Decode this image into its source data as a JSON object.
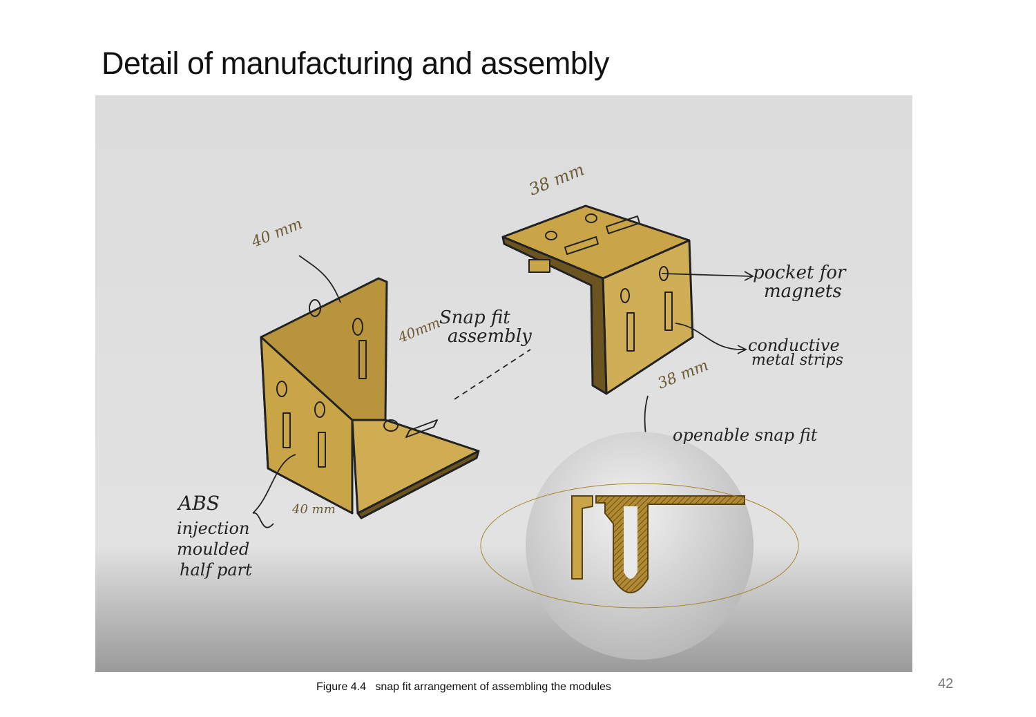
{
  "page": {
    "title": "Detail of manufacturing and assembly",
    "caption": "Figure 4.4   snap fit arrangement of assembling the modules",
    "page_number": "42"
  },
  "sketch_labels": {
    "dim_40mm_top": "40 mm",
    "dim_40mm_side": "40mm",
    "dim_40mm_bottom": "40 mm",
    "dim_38mm_top": "38 mm",
    "dim_38mm_side": "38 mm",
    "snap_fit_assembly_1": "Snap fit",
    "snap_fit_assembly_2": "assembly",
    "pocket_1": "pocket for",
    "pocket_2": "magnets",
    "conductive_1": "conductive",
    "conductive_2": "metal strips",
    "openable": "openable snap fit",
    "abs_1": "ABS",
    "abs_2": "injection",
    "abs_3": "moulded",
    "abs_4": "half part"
  },
  "colors": {
    "part_fill": "#c9a547",
    "part_shade": "#a8842e",
    "background": "#dedede"
  }
}
